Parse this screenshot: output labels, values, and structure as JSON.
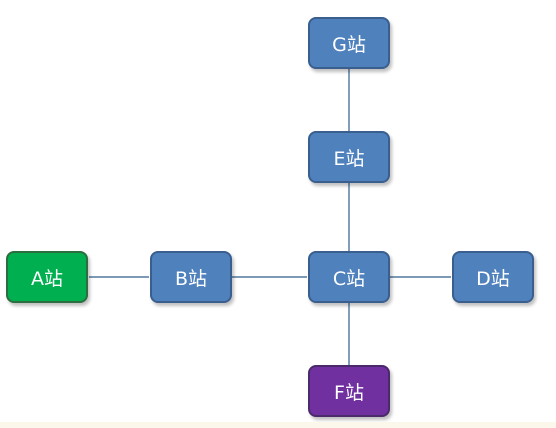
{
  "nodes": {
    "a": {
      "label": "A站",
      "color": "#00b050"
    },
    "b": {
      "label": "B站",
      "color": "#4f81bd"
    },
    "c": {
      "label": "C站",
      "color": "#4f81bd"
    },
    "d": {
      "label": "D站",
      "color": "#4f81bd"
    },
    "e": {
      "label": "E站",
      "color": "#4f81bd"
    },
    "f": {
      "label": "F站",
      "color": "#7030a0"
    },
    "g": {
      "label": "G站",
      "color": "#4f81bd"
    }
  },
  "edges": [
    [
      "A站",
      "B站"
    ],
    [
      "B站",
      "C站"
    ],
    [
      "C站",
      "D站"
    ],
    [
      "C站",
      "E站"
    ],
    [
      "E站",
      "G站"
    ],
    [
      "C站",
      "F站"
    ]
  ],
  "colors": {
    "line": "#2e5e8e",
    "node_border": "#3a5f8f"
  }
}
